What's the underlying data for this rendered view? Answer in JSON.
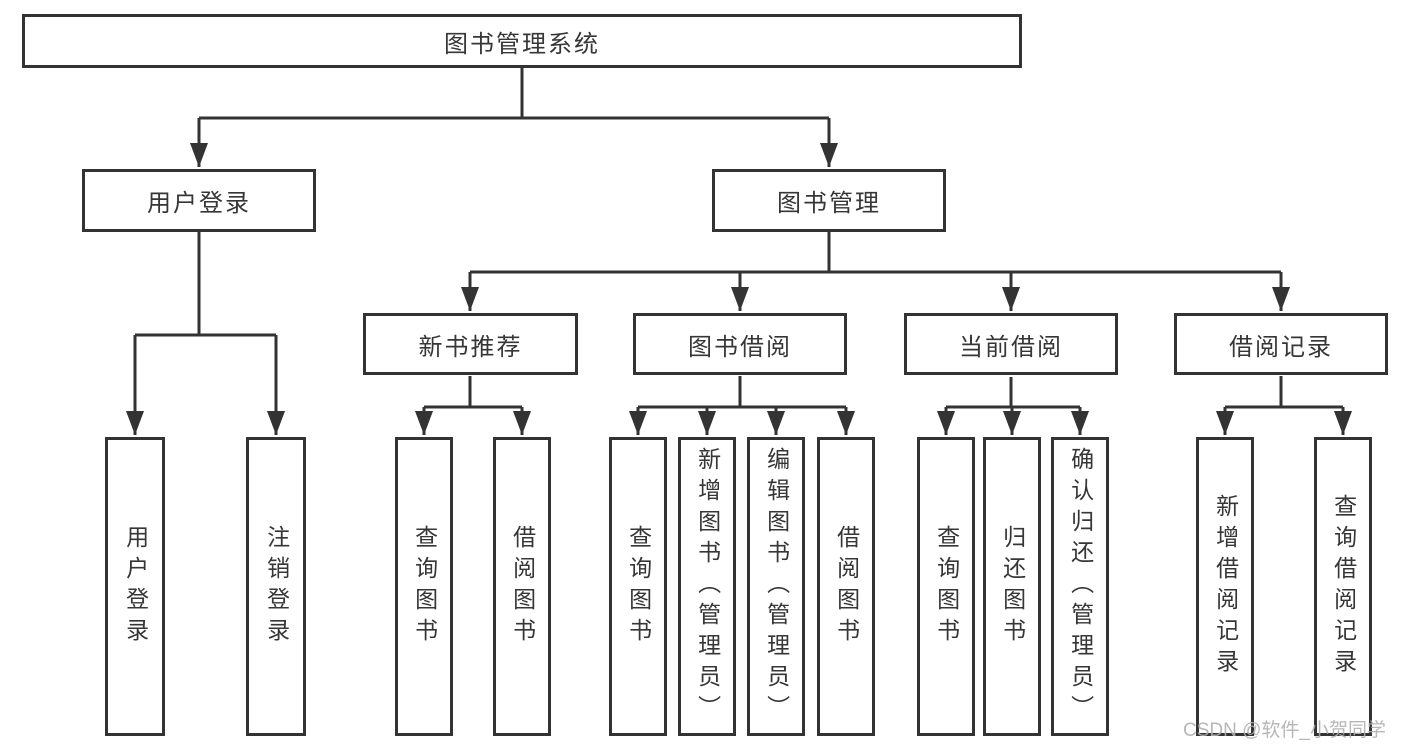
{
  "colors": {
    "line": "#333333",
    "box_border": "#333333",
    "text": "#363636",
    "watermark": "#b0b0b0",
    "background": "#ffffff"
  },
  "watermark": "CSDN @软件_小贺同学",
  "tree": {
    "label": "图书管理系统",
    "children": [
      {
        "label": "用户登录",
        "children": [
          {
            "label": "用户登录"
          },
          {
            "label": "注销登录"
          }
        ]
      },
      {
        "label": "图书管理",
        "children": [
          {
            "label": "新书推荐",
            "children": [
              {
                "label": "查询图书"
              },
              {
                "label": "借阅图书"
              }
            ]
          },
          {
            "label": "图书借阅",
            "children": [
              {
                "label": "查询图书"
              },
              {
                "label": "新增图书（管理员）"
              },
              {
                "label": "编辑图书（管理员）"
              },
              {
                "label": "借阅图书"
              }
            ]
          },
          {
            "label": "当前借阅",
            "children": [
              {
                "label": "查询图书"
              },
              {
                "label": "归还图书"
              },
              {
                "label": "确认归还（管理员）"
              }
            ]
          },
          {
            "label": "借阅记录",
            "children": [
              {
                "label": "新增借阅记录"
              },
              {
                "label": "查询借阅记录"
              }
            ]
          }
        ]
      }
    ]
  }
}
